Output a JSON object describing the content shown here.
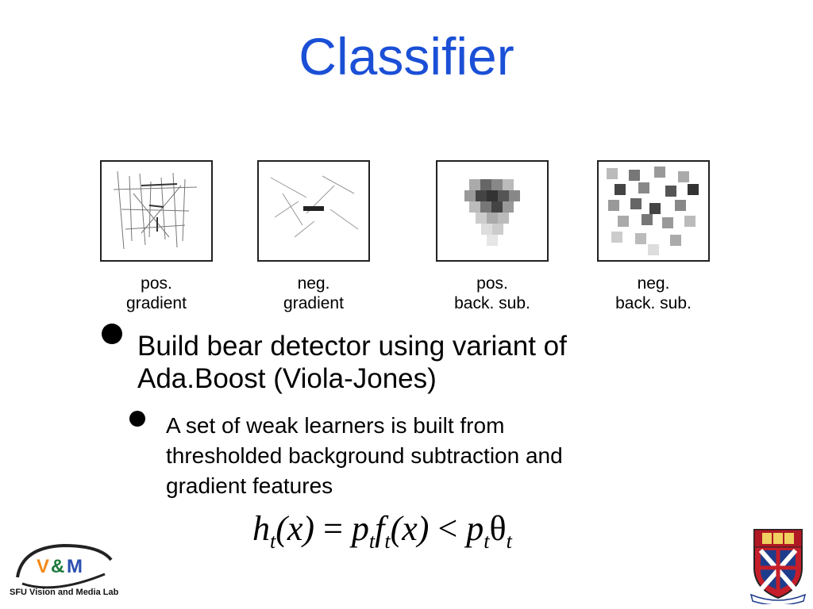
{
  "slide": {
    "title": "Classifier"
  },
  "figures": [
    {
      "caption_line1": "pos.",
      "caption_line2": "gradient"
    },
    {
      "caption_line1": "neg.",
      "caption_line2": "gradient"
    },
    {
      "caption_line1": "pos.",
      "caption_line2": "back. sub."
    },
    {
      "caption_line1": "neg.",
      "caption_line2": "back. sub."
    }
  ],
  "bullets": {
    "level1": {
      "line1": "Build bear detector using variant of",
      "line2": "Ada.Boost (Viola-Jones)"
    },
    "level2": {
      "line1": "A set of weak learners is built from",
      "line2": "thresholded background subtraction and",
      "line3": "gradient features"
    }
  },
  "formula": {
    "h": "h",
    "t": "t",
    "x_paren": "(x)",
    "equals": " = ",
    "p": "p",
    "f": "f",
    "less": " < ",
    "theta": "θ"
  },
  "logos": {
    "left_text": "SFU Vision and Media Lab",
    "left_wordmark": "V&M"
  }
}
